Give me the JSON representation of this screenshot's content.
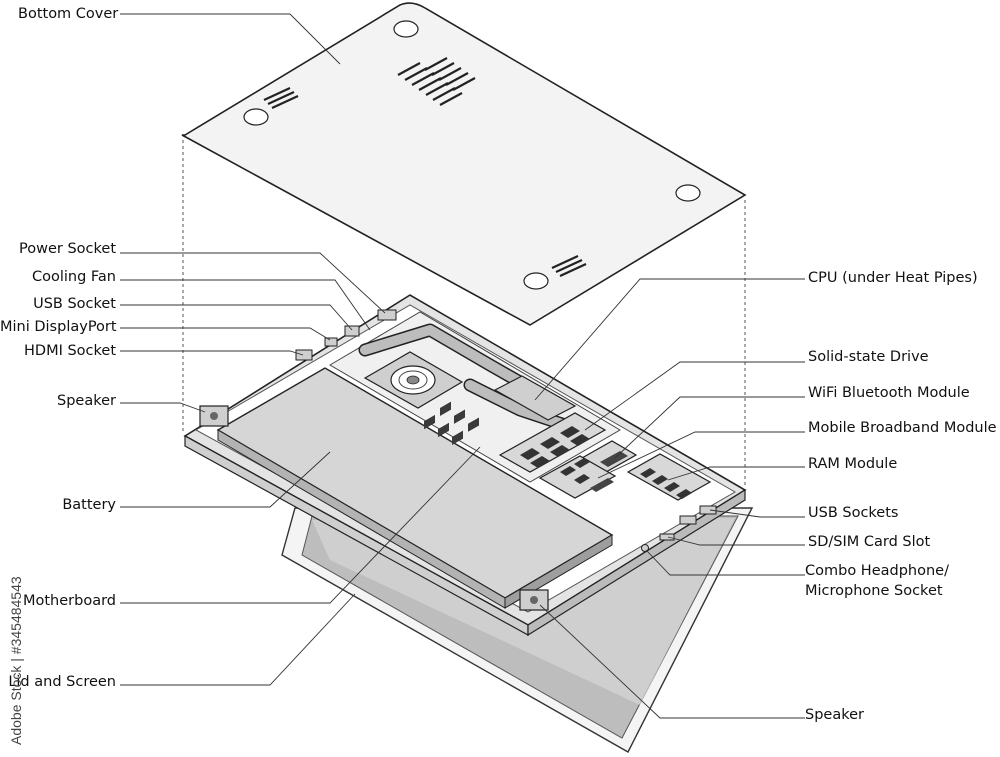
{
  "labels": {
    "bottom_cover": "Bottom Cover",
    "power_socket": "Power Socket",
    "cooling_fan": "Cooling Fan",
    "usb_socket": "USB Socket",
    "mini_displayport": "Mini DisplayPort",
    "hdmi_socket": "HDMI Socket",
    "speaker_left": "Speaker",
    "battery": "Battery",
    "motherboard": "Motherboard",
    "lid_and_screen": "Lid and Screen",
    "cpu": "CPU (under Heat Pipes)",
    "ssd": "Solid-state Drive",
    "wifi": "WiFi Bluetooth Module",
    "broadband": "Mobile Broadband Module",
    "ram": "RAM Module",
    "usb_sockets": "USB Sockets",
    "sd_sim": "SD/SIM Card Slot",
    "combo_line1": "Combo Headphone/",
    "combo_line2": "Microphone Socket",
    "speaker_right": "Speaker"
  },
  "watermark": {
    "side_text": "Adobe Stock | #345484543"
  }
}
